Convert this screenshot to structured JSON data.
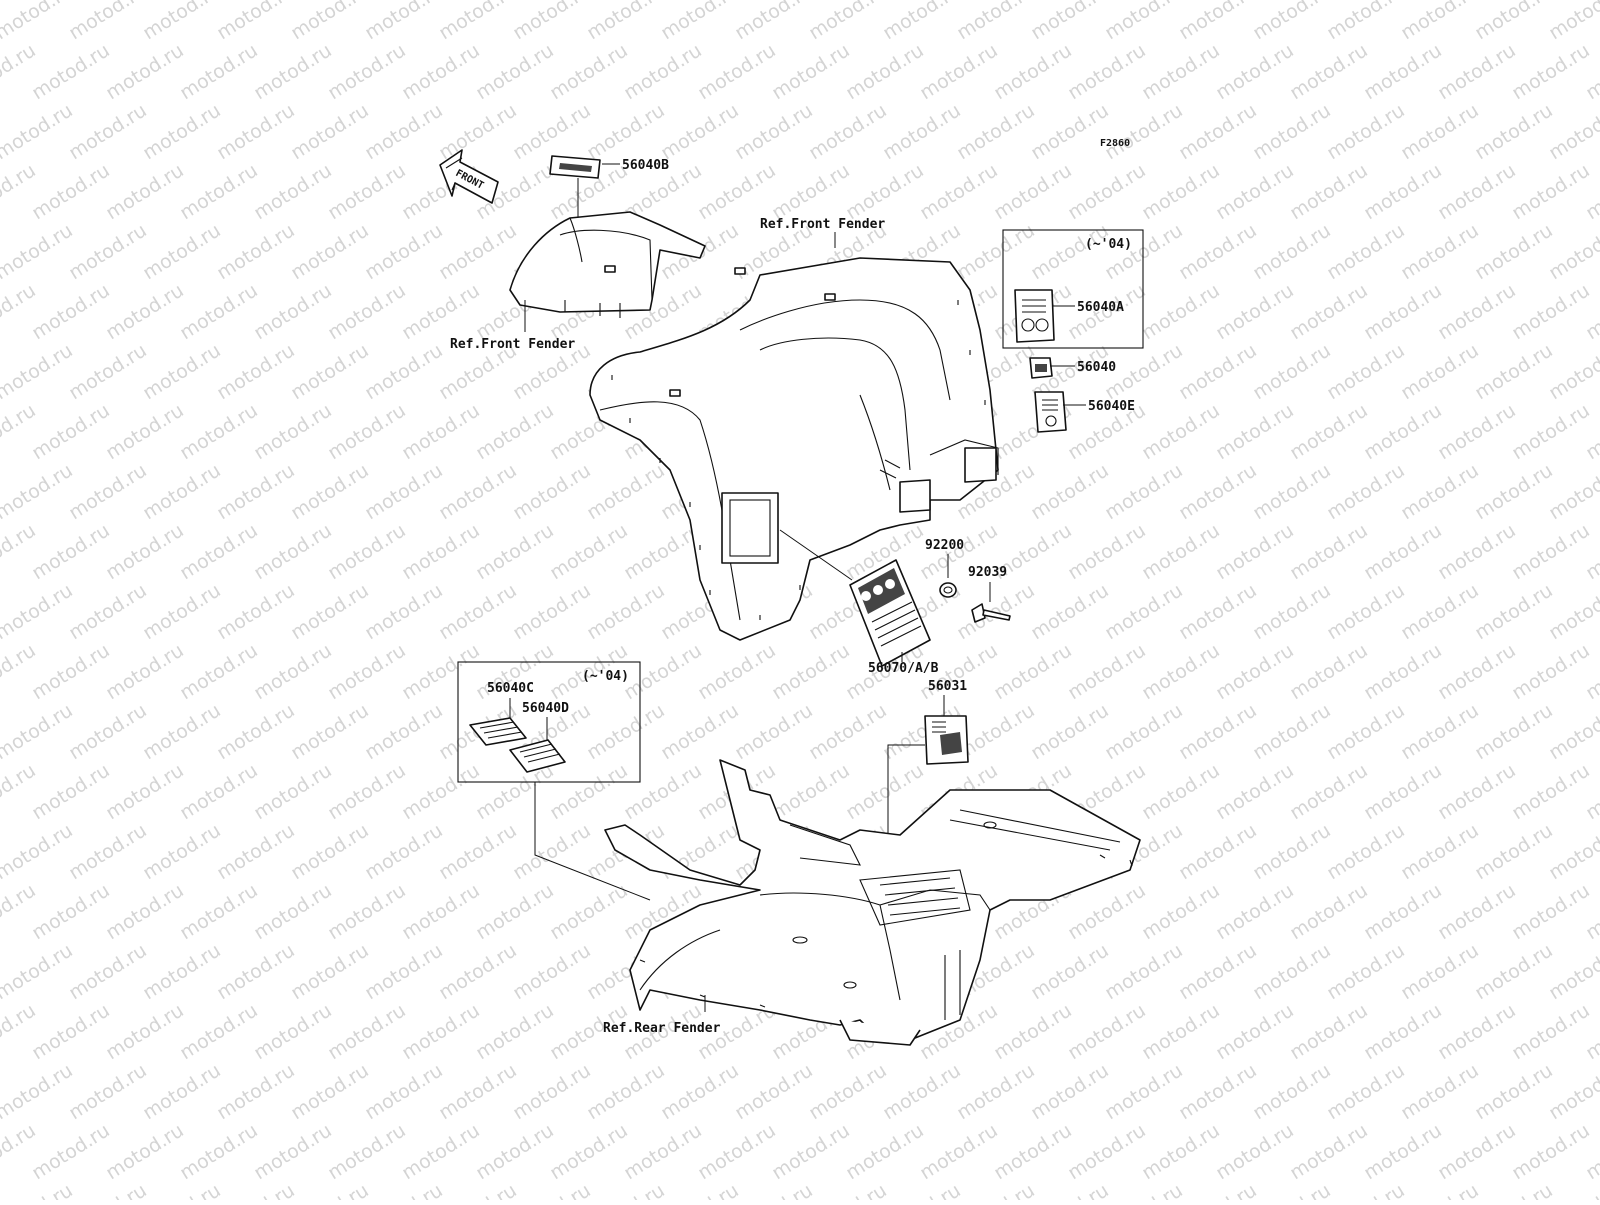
{
  "diagram": {
    "figure_code": "F2860",
    "watermark": "motod.ru",
    "direction_arrow": "FRONT",
    "labels": {
      "ref_front_fender_upper": "Ref.Front Fender",
      "ref_front_fender_left": "Ref.Front Fender",
      "ref_rear_fender": "Ref.Rear Fender",
      "p56040B": "56040B",
      "p56040A": "56040A",
      "p56040": "56040",
      "p56040E": "56040E",
      "p92200": "92200",
      "p92039": "92039",
      "p56070": "56070/A/B",
      "p56031": "56031",
      "p56040C": "56040C",
      "p56040D": "56040D",
      "year_note_right": "(~'04)",
      "year_note_left": "(~'04)"
    }
  }
}
